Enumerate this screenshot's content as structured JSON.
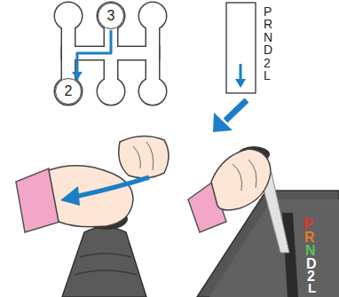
{
  "diagram": {
    "nodes": [
      {
        "text": [
          "3"
        ]
      },
      {
        "text": [
          "2"
        ]
      }
    ],
    "edges": [
      {
        "from": 0,
        "to": 1,
        "arrow": "to"
      }
    ],
    "labels": [
      "P",
      "R",
      "N",
      "D",
      "2",
      "L",
      "P",
      "R",
      "N",
      "D",
      "2",
      "L"
    ]
  }
}
